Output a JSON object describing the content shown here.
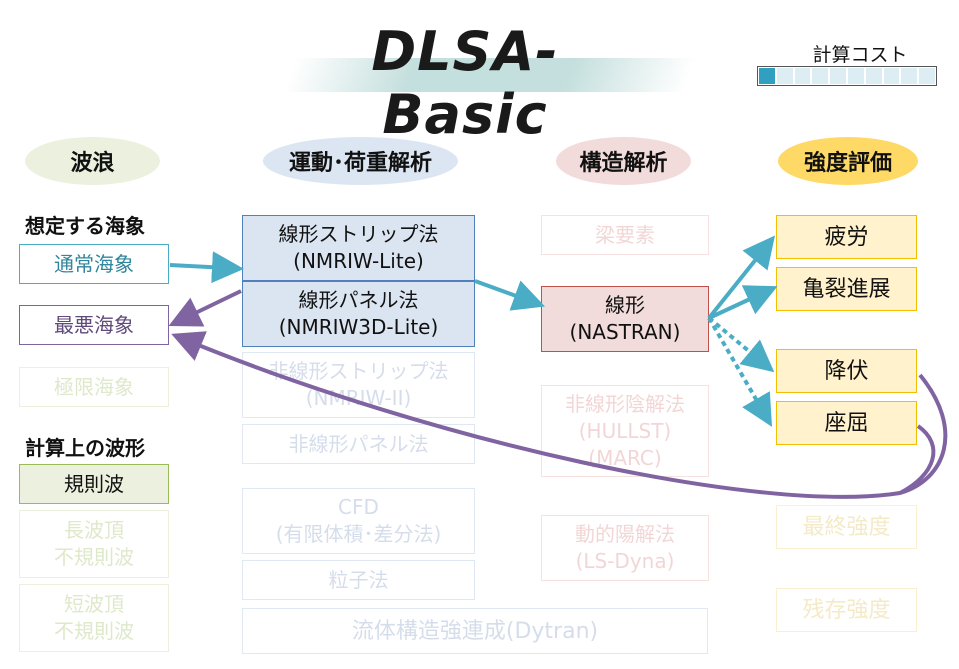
{
  "title": "DLSA-Basic",
  "cost": {
    "label": "計算コスト",
    "filled_segments": 1,
    "total_segments": 10
  },
  "headers": {
    "wave": "波浪",
    "motion": "運動･荷重解析",
    "structure": "構造解析",
    "strength": "強度評価"
  },
  "sea_section": {
    "heading": "想定する海象",
    "items": [
      "通常海象",
      "最悪海象",
      "極限海象"
    ]
  },
  "wave_section": {
    "heading": "計算上の波形",
    "items": [
      "規則波",
      "長波頂\n不規則波",
      "短波頂\n不規則波"
    ]
  },
  "motion_items": [
    "線形ストリップ法\n(NMRIW-Lite)",
    "線形パネル法\n(NMRIW3D-Lite)",
    "非線形ストリップ法\n(NMRIW-II)",
    "非線形パネル法",
    "CFD\n(有限体積･差分法)",
    "粒子法",
    "流体構造強連成(Dytran)"
  ],
  "structure_items": [
    "梁要素",
    "線形\n(NASTRAN)",
    "非線形陰解法\n(HULLST)\n(MARC)",
    "動的陽解法\n(LS-Dyna)"
  ],
  "strength_items": [
    "疲労",
    "亀裂進展",
    "降伏",
    "座屈",
    "最終強度",
    "残存強度"
  ],
  "colors": {
    "teal": "#4bacc6",
    "purple": "#8064a2",
    "green": "#9bbb59",
    "blue_fill": "#dbe5f1",
    "blue_border": "#4f81bd",
    "red_fill": "#f2dcdb",
    "red_border": "#c0504d",
    "yellow_fill": "#fff2cc",
    "yellow_border": "#f2c000"
  }
}
